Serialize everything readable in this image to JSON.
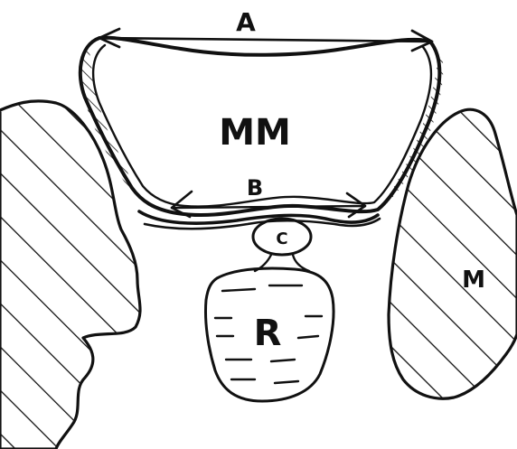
{
  "labels": {
    "a": "A",
    "b": "B",
    "mm": "MM",
    "c": "C",
    "r": "R",
    "m": "M"
  },
  "colors": {
    "ink": "#111111",
    "paper": "#ffffff"
  }
}
